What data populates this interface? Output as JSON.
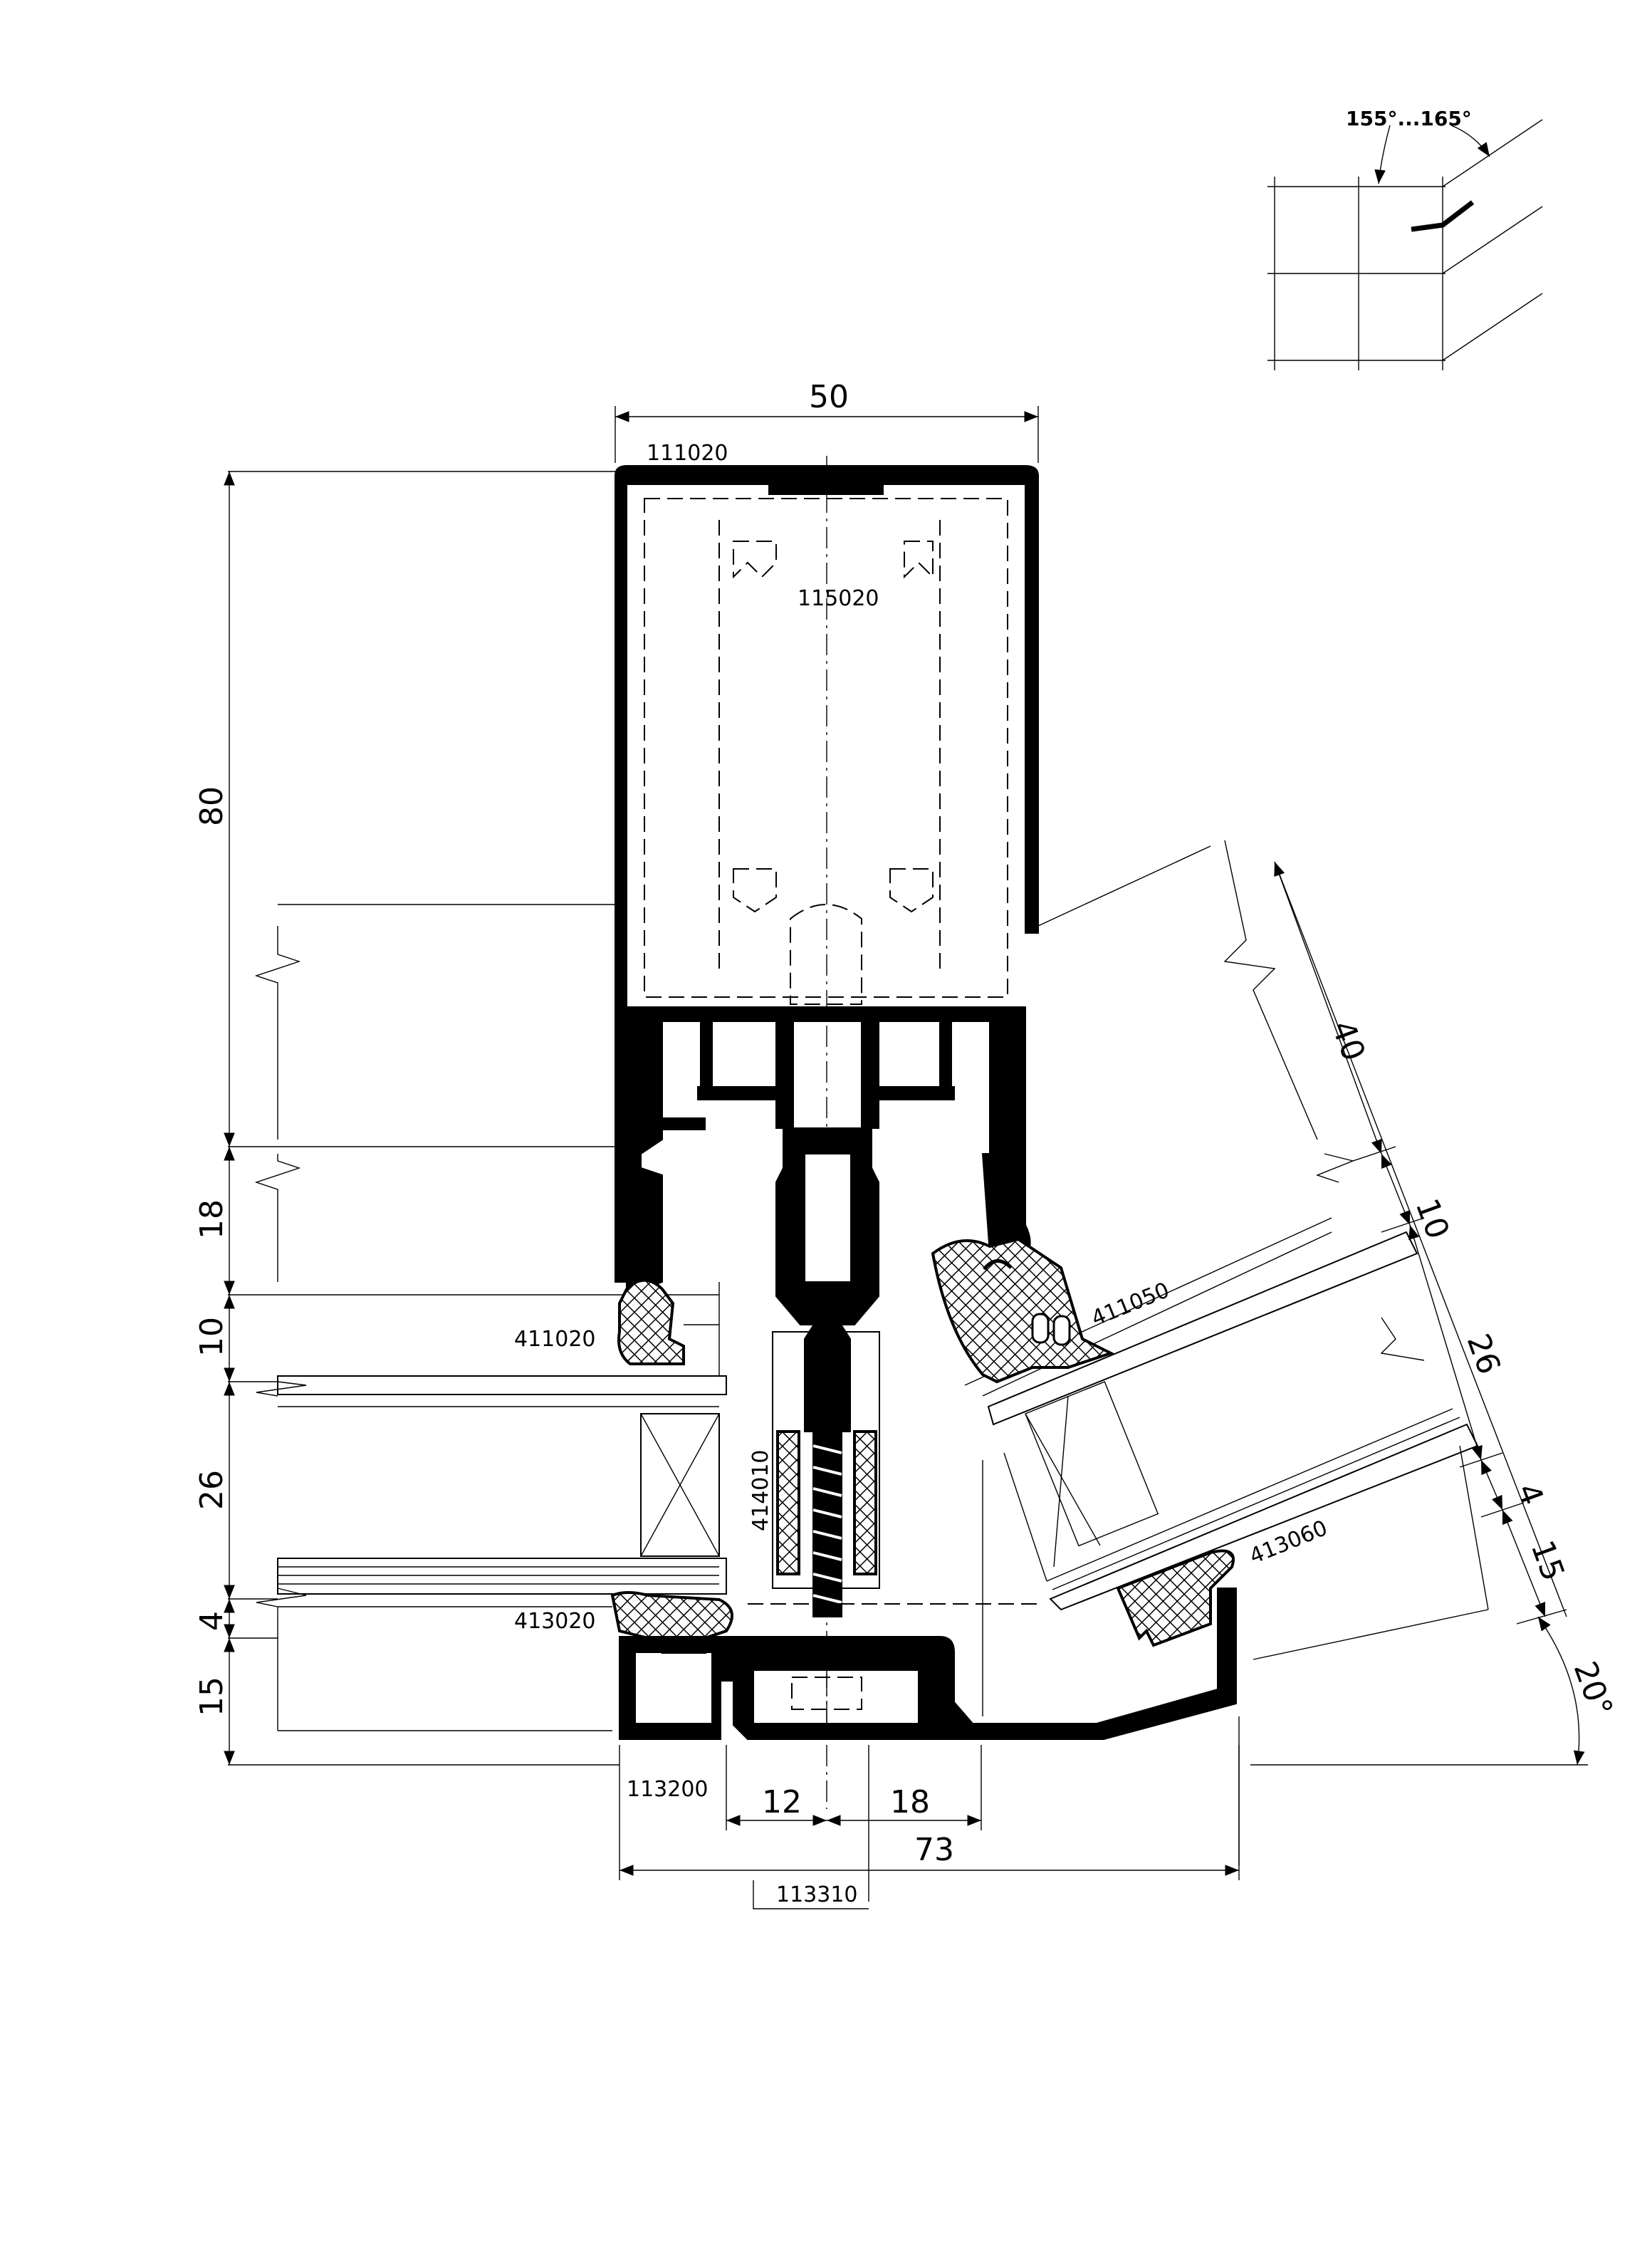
{
  "dimensions": {
    "top_width": "50",
    "height_80": "80",
    "height_18": "18",
    "height_10": "10",
    "height_26": "26",
    "height_4": "4",
    "height_15": "15",
    "bottom_12": "12",
    "bottom_18": "18",
    "bottom_73": "73",
    "angled_40": "40",
    "angled_10": "10",
    "angled_26": "26",
    "angled_4": "4",
    "angled_15": "15",
    "angle_20": "20°"
  },
  "inset": {
    "angle_range": "155°...165°"
  },
  "parts": {
    "p111020": "111020",
    "p115020": "115020",
    "p411020": "411020",
    "p414010": "414010",
    "p411050": "411050",
    "p413060": "413060",
    "p413020": "413020",
    "p113200": "113200",
    "p113310": "113310"
  }
}
